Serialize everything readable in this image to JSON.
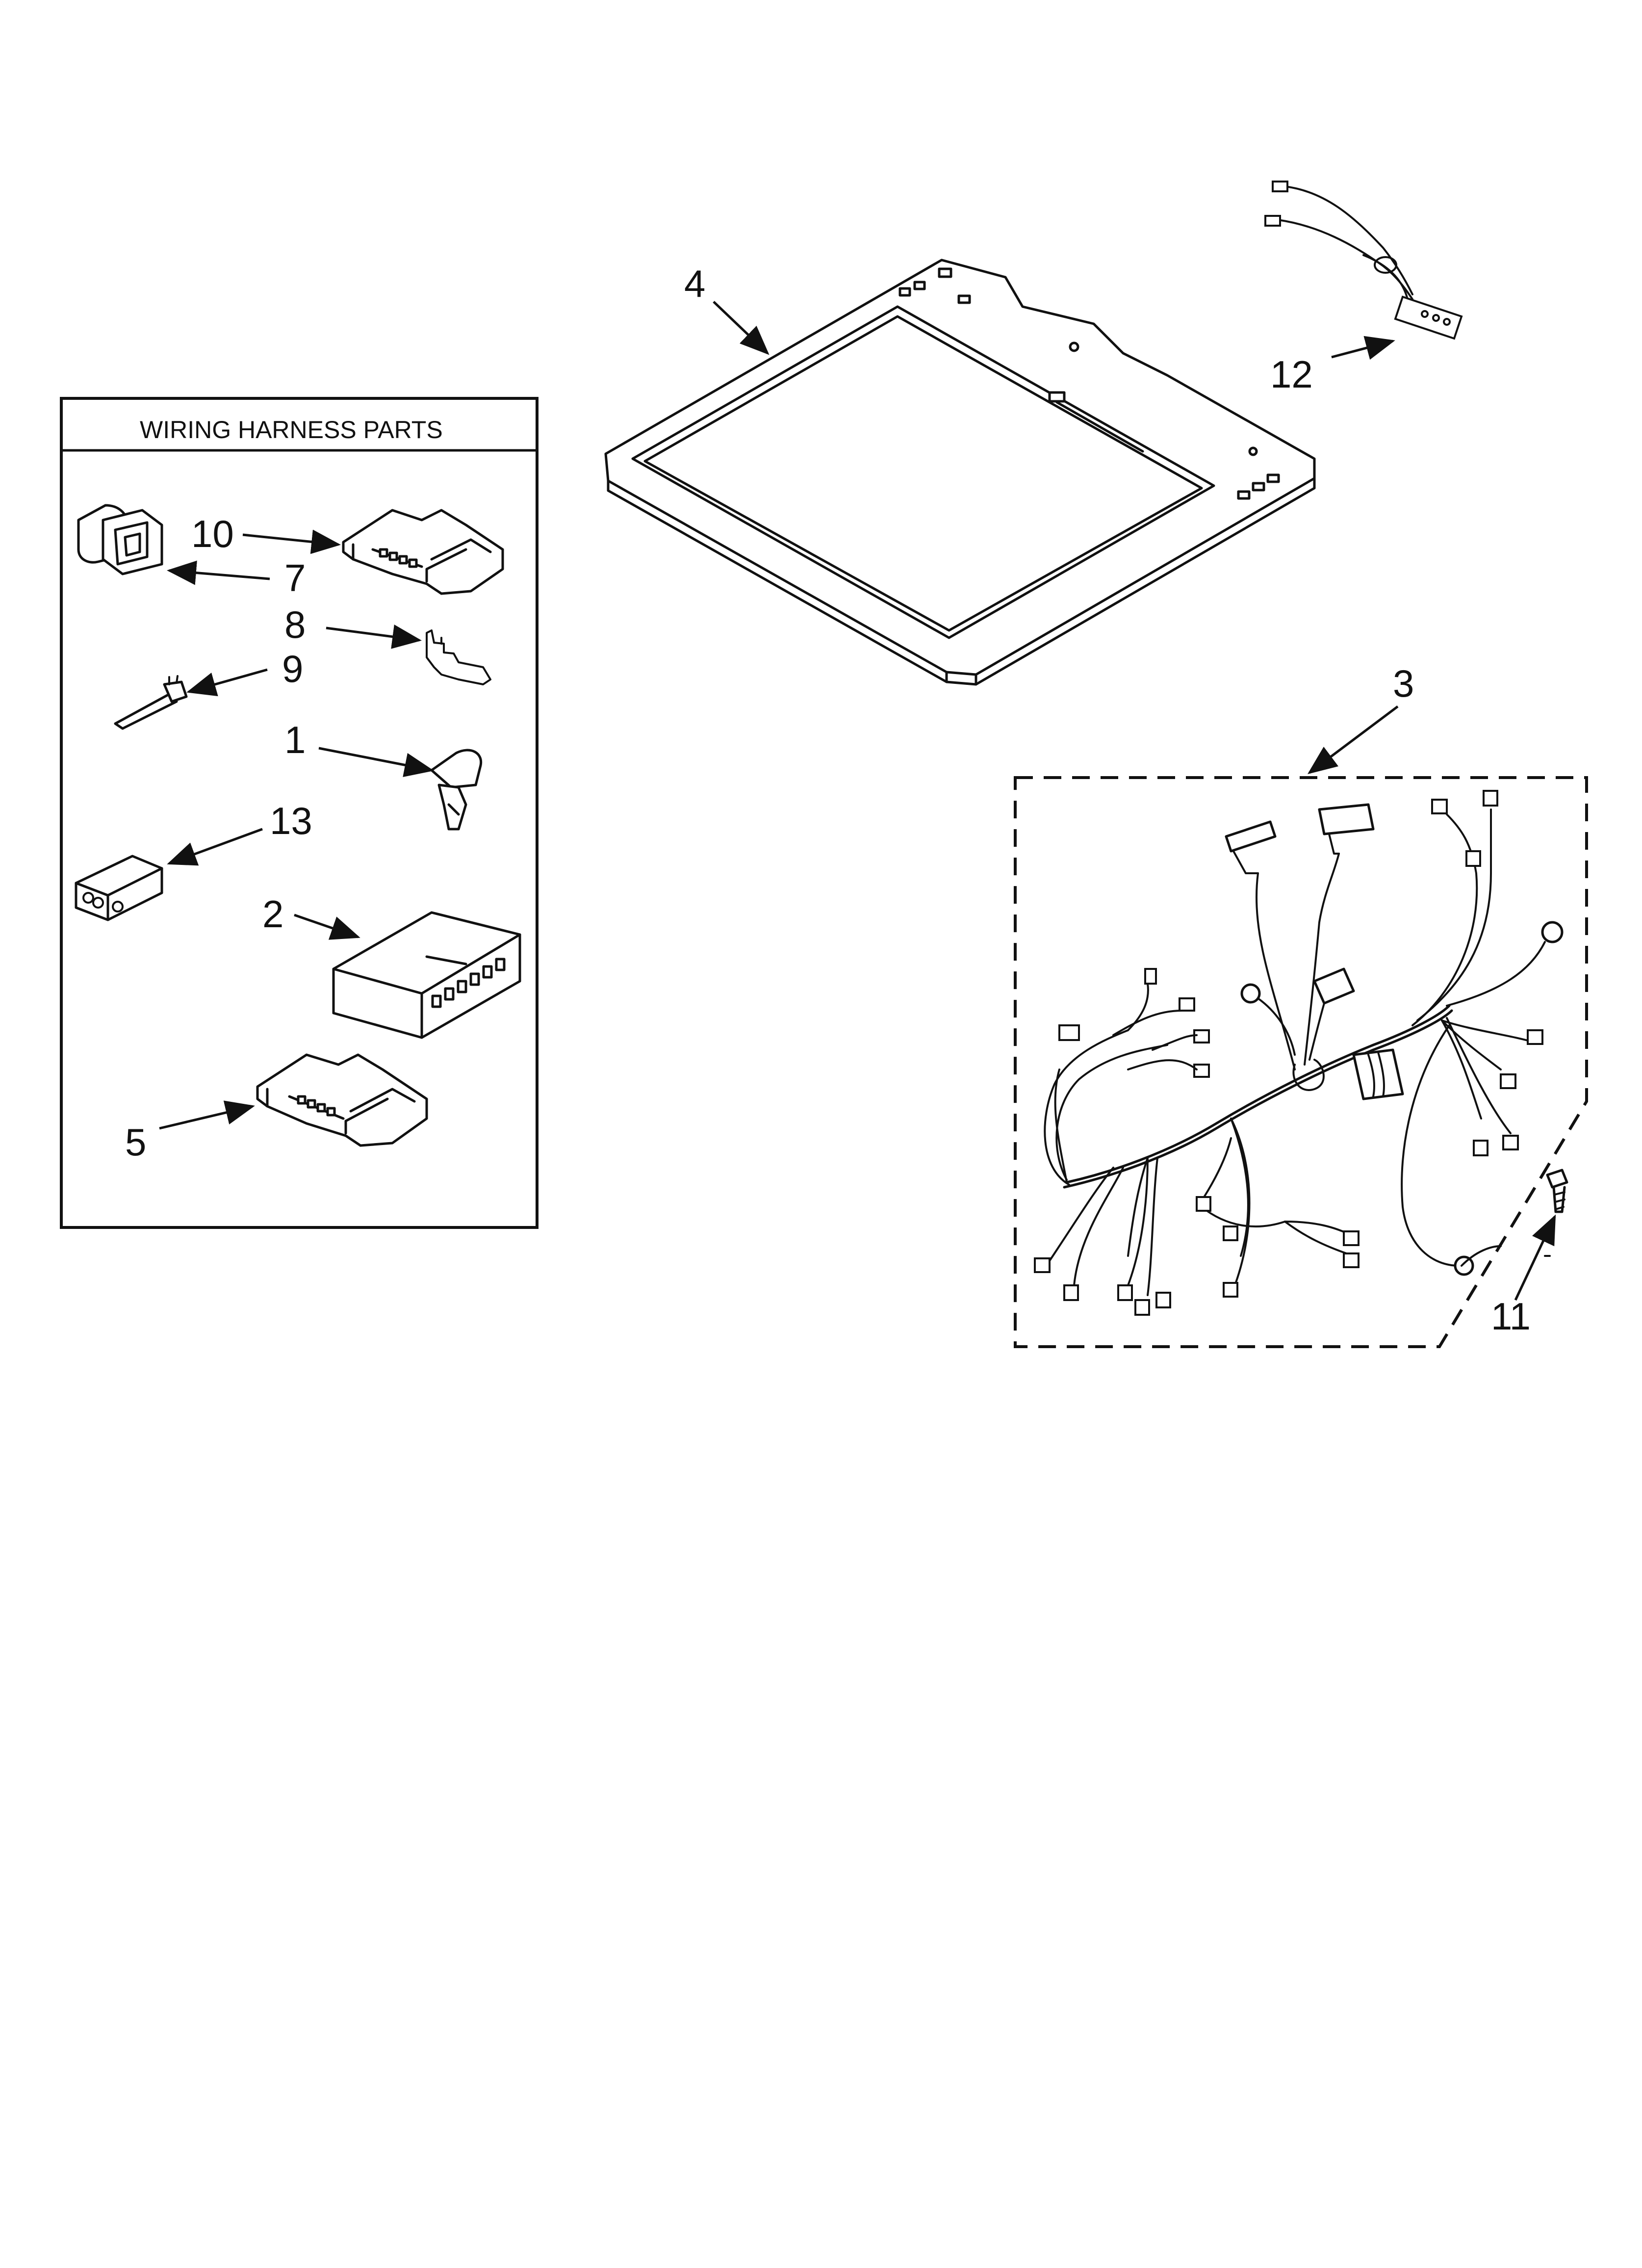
{
  "box": {
    "title": "WIRING HARNESS PARTS"
  },
  "callouts": {
    "c1": "1",
    "c2": "2",
    "c3": "3",
    "c4": "4",
    "c5": "5",
    "c7": "7",
    "c8": "8",
    "c9": "9",
    "c10": "10",
    "c11": "11",
    "c12": "12",
    "c13": "13"
  },
  "icons": {
    "top-panel": "top-panel-icon",
    "wire-harness": "wire-harness-icon",
    "jumper-harness": "jumper-harness-icon",
    "screw": "screw-icon",
    "clip": "clip-icon",
    "tie-wrap": "tie-wrap-icon",
    "terminal": "terminal-icon",
    "connector-housing": "connector-housing-icon"
  }
}
